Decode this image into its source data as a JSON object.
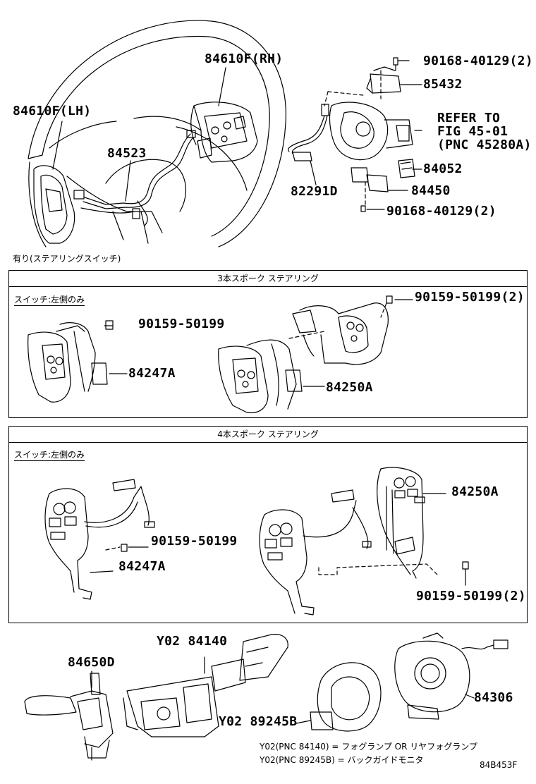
{
  "labels": {
    "rh_switch": "84610F(RH)",
    "lh_switch": "84610F(LH)",
    "wire_harness": "84523",
    "bolt_top": "90168-40129(2)",
    "cover": "85432",
    "refer_line1": "REFER TO",
    "refer_line2": "FIG 45-01",
    "refer_line3": "(PNC 45280A)",
    "connector": "84052",
    "cord": "82291D",
    "sensor": "84450",
    "bolt_bottom": "90168-40129(2)"
  },
  "note_with_switch": "有り(ステアリングスイッチ)",
  "box3": {
    "title": "3本スポーク ステアリング",
    "sub": "スイッチ:左側のみ",
    "screw_left": "90159-50199",
    "switch_left": "84247A",
    "screw_right": "90159-50199(2)",
    "switch_right": "84250A"
  },
  "box4": {
    "title": "4本スポーク ステアリング",
    "sub": "スイッチ:左側のみ",
    "screw_left": "90159-50199",
    "switch_left": "84247A",
    "switch_right": "84250A",
    "screw_right": "90159-50199(2)"
  },
  "bottom": {
    "light_switch": "84650D",
    "wiper_switch": "Y02 84140",
    "spiral_cable": "Y02 89245B",
    "clock_spring": "84306",
    "note1": "Y02(PNC 84140) = フォグランプ OR リヤフォグランプ",
    "note2": "Y02(PNC 89245B) = バックガイドモニタ",
    "code": "84B453F"
  }
}
